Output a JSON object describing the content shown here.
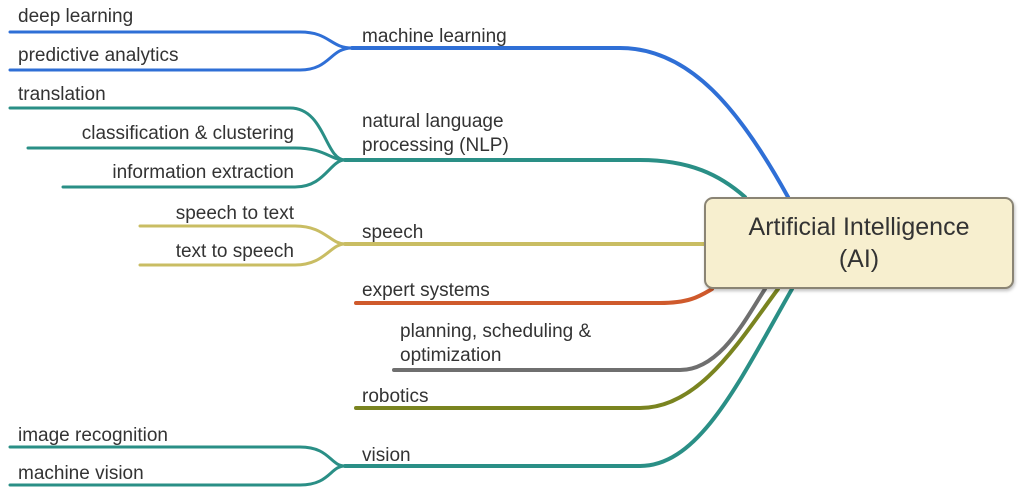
{
  "center": {
    "line1": "Artificial Intelligence",
    "line2": "(AI)"
  },
  "branches": [
    {
      "label_line1": "machine learning",
      "color": "#2f6fd6",
      "leaves": [
        "deep learning",
        "predictive analytics"
      ]
    },
    {
      "label_line1": "natural language",
      "label_line2": "processing (NLP)",
      "color": "#2a8f86",
      "leaves": [
        "translation",
        "classification & clustering",
        "information extraction"
      ]
    },
    {
      "label_line1": "speech",
      "color": "#c9bd63",
      "leaves": [
        "speech to text",
        "text to speech"
      ]
    },
    {
      "label_line1": "expert systems",
      "color": "#cf5a2c",
      "leaves": []
    },
    {
      "label_line1": "planning, scheduling &",
      "label_line2": "optimization",
      "color": "#6f6f6f",
      "leaves": []
    },
    {
      "label_line1": "robotics",
      "color": "#7a8420",
      "leaves": []
    },
    {
      "label_line1": "vision",
      "color": "#2a8f86",
      "leaves": [
        "image recognition",
        "machine vision"
      ]
    }
  ]
}
